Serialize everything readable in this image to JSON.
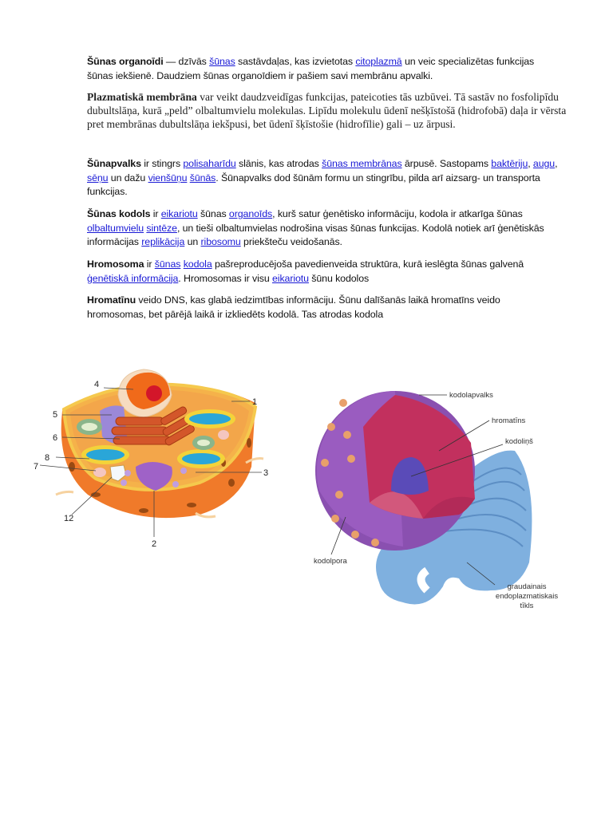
{
  "paragraphs": {
    "p1": {
      "term": "Šūnas organoīdi",
      "t1": " — dzīvās ",
      "link1": "šūnas",
      "t2": " sastāvdaļas, kas izvietotas ",
      "link2": "citoplazmā",
      "t3": " un veic specializētas funkcijas šūnas iekšienē. Daudziem šūnas organoīdiem ir pašiem savi membrānu apvalki."
    },
    "p2": {
      "term": "Plazmatiskā membrāna",
      "t1": " var veikt daudzveidīgas funkcijas, pateicoties tās uzbūvei. Tā sastāv no fosfolipīdu dubultslāņa, kurā „peld” olbaltumvielu molekulas. Lipīdu molekulu ūdenī nešķīstošā (hidrofobā) daļa ir vērsta pret membrānas dubultslāņa iekšpusi, bet ūdenī šķīstošie (hidrofīlie) gali – uz ārpusi."
    },
    "p3": {
      "term": "Šūnapvalks",
      "t1": " ir stingrs ",
      "link1": "polisaharīdu",
      "t2": " slānis, kas atrodas ",
      "link2": "šūnas membrānas",
      "t3": " ārpusē. Sastopams ",
      "link3": "baktēriju",
      "t4": ", ",
      "link4": "augu",
      "t5": ", ",
      "link5": "sēņu",
      "t6": " un dažu ",
      "link6": "vienšūņu",
      "t7": " ",
      "link7": "šūnās",
      "t8": ". Šūnapvalks dod šūnām formu un stingrību, pilda arī aizsarg- un transporta funkcijas."
    },
    "p4": {
      "term": "Šūnas kodols",
      "t1": " ir ",
      "link1": "eikariotu",
      "t2": " šūnas ",
      "link2": "organoīds",
      "t3": ", kurš satur ģenētisko informāciju, kodola ir atkarīga šūnas ",
      "link3": "olbaltumvielu",
      "t4": " ",
      "link4": "sintēze",
      "t5": ", un tieši olbaltumvielas nodrošina visas šūnas funkcijas. Kodolā notiek arī ģenētiskās informācijas ",
      "link5": "replikācija",
      "t6": " un ",
      "link6": "ribosomu",
      "t7": " priekšteču veidošanās."
    },
    "p5": {
      "term": "Hromosoma",
      "t1": " ir ",
      "link1": "šūnas",
      "t2": " ",
      "link2": "kodola",
      "t3": " pašreproducējoša pavedienveida struktūra, kurā ieslēgta šūnas galvenā ",
      "link3": "ģenētiskā informācija",
      "t4": ". Hromosomas ir visu ",
      "link4": "eikariotu",
      "t5": " šūnu kodolos"
    },
    "p6": {
      "term": "Hromatīnu",
      "t1": " veido DNS, kas glabā iedzimtības informāciju. Šūnu dalīšanās laikā hromatīns veido hromosomas, bet pārējā laikā ir izkliedēts kodolā. Tas atrodas kodola"
    }
  },
  "figures": {
    "cell_diagram": {
      "labels": [
        "1",
        "2",
        "3",
        "4",
        "5",
        "6",
        "7",
        "8",
        "12"
      ]
    },
    "nucleus_diagram": {
      "labels": {
        "envelope": "kodolapvalks",
        "chromatin": "hromatīns",
        "nucleolus": "kodoliņš",
        "pore": "kodolpora",
        "er_line1": "graudainais",
        "er_line2": "endoplazmatiskais",
        "er_line3": "tīkls"
      }
    }
  },
  "colors": {
    "link": "#1a1ad6",
    "text": "#111111"
  }
}
